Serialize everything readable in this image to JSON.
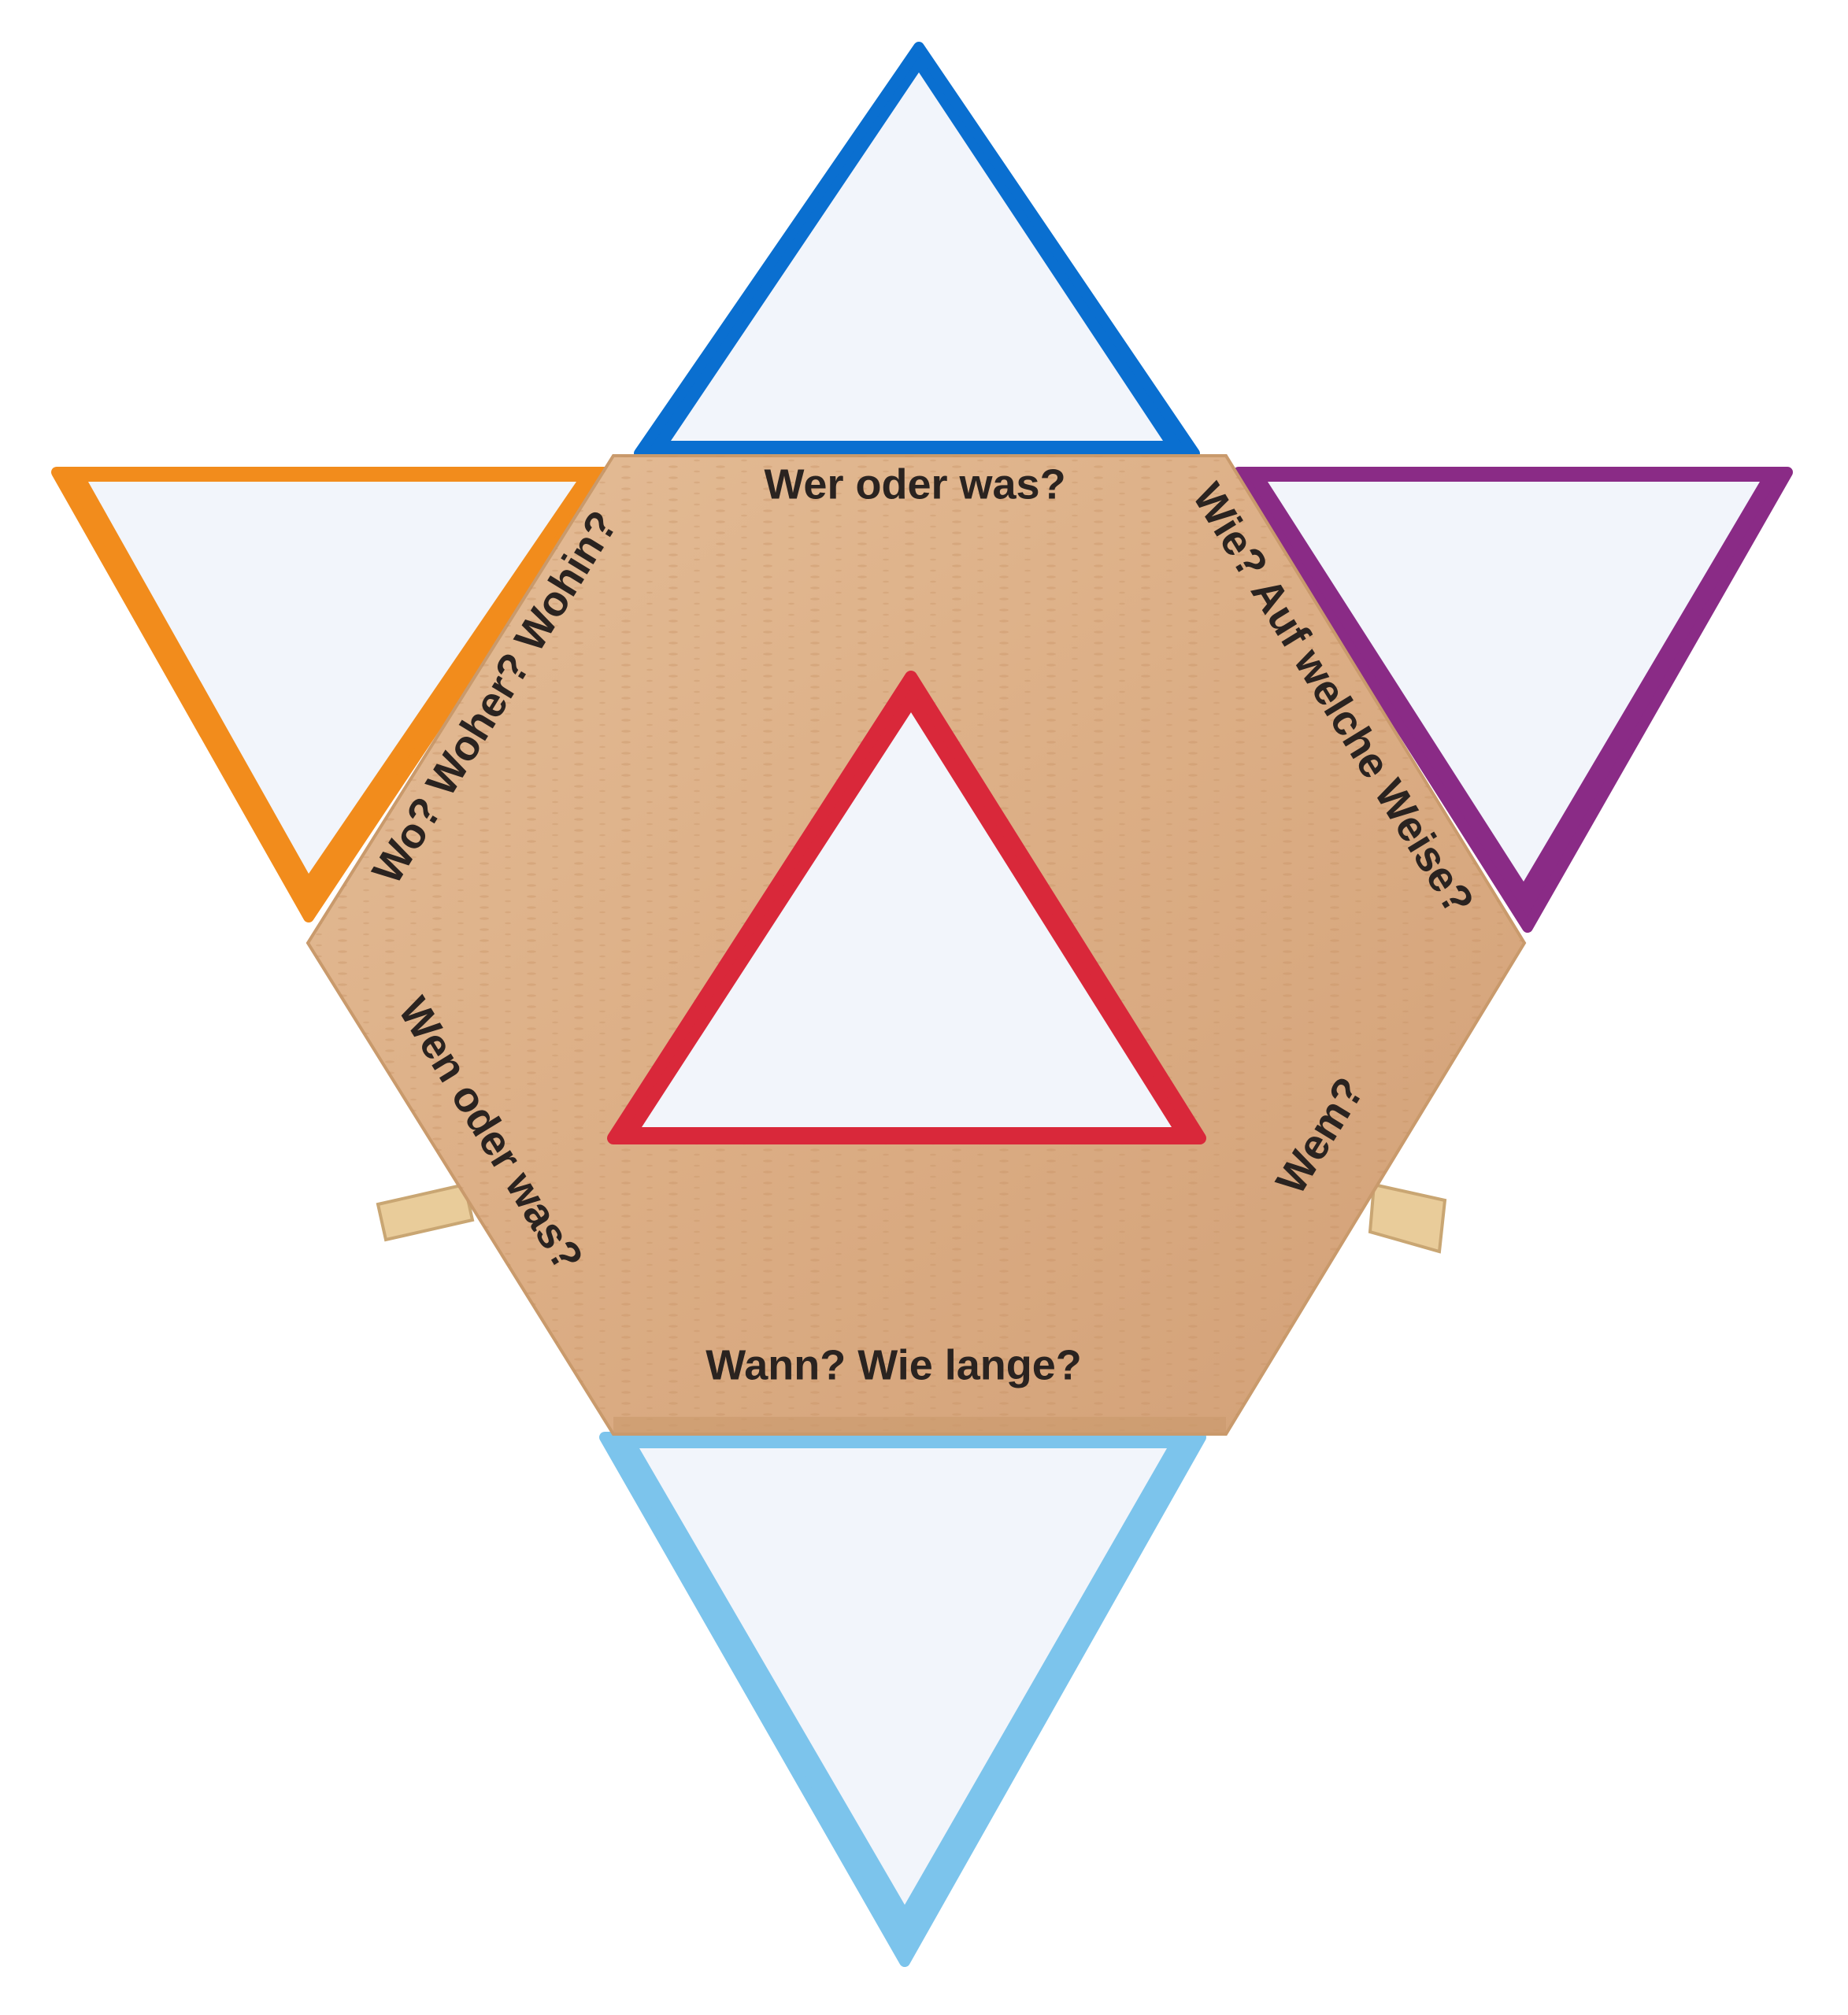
{
  "board": {
    "labels": {
      "top": "Wer oder was?",
      "upper_right": "Wie? Auf welche Weise?",
      "lower_right": "Wem?",
      "bottom": "Wann? Wie lange?",
      "lower_left": "Wen oder was?",
      "upper_left": "Wo? Woher? Wohin?"
    }
  },
  "colors": {
    "wood": "#dcae85",
    "center_triangle": "#d9283a",
    "top_triangle": "#0a6fd0",
    "left_triangle": "#f28c1c",
    "right_triangle": "#8a2b86",
    "bottom_triangle": "#7cc4ec",
    "tile_face": "#f2f5fb"
  }
}
